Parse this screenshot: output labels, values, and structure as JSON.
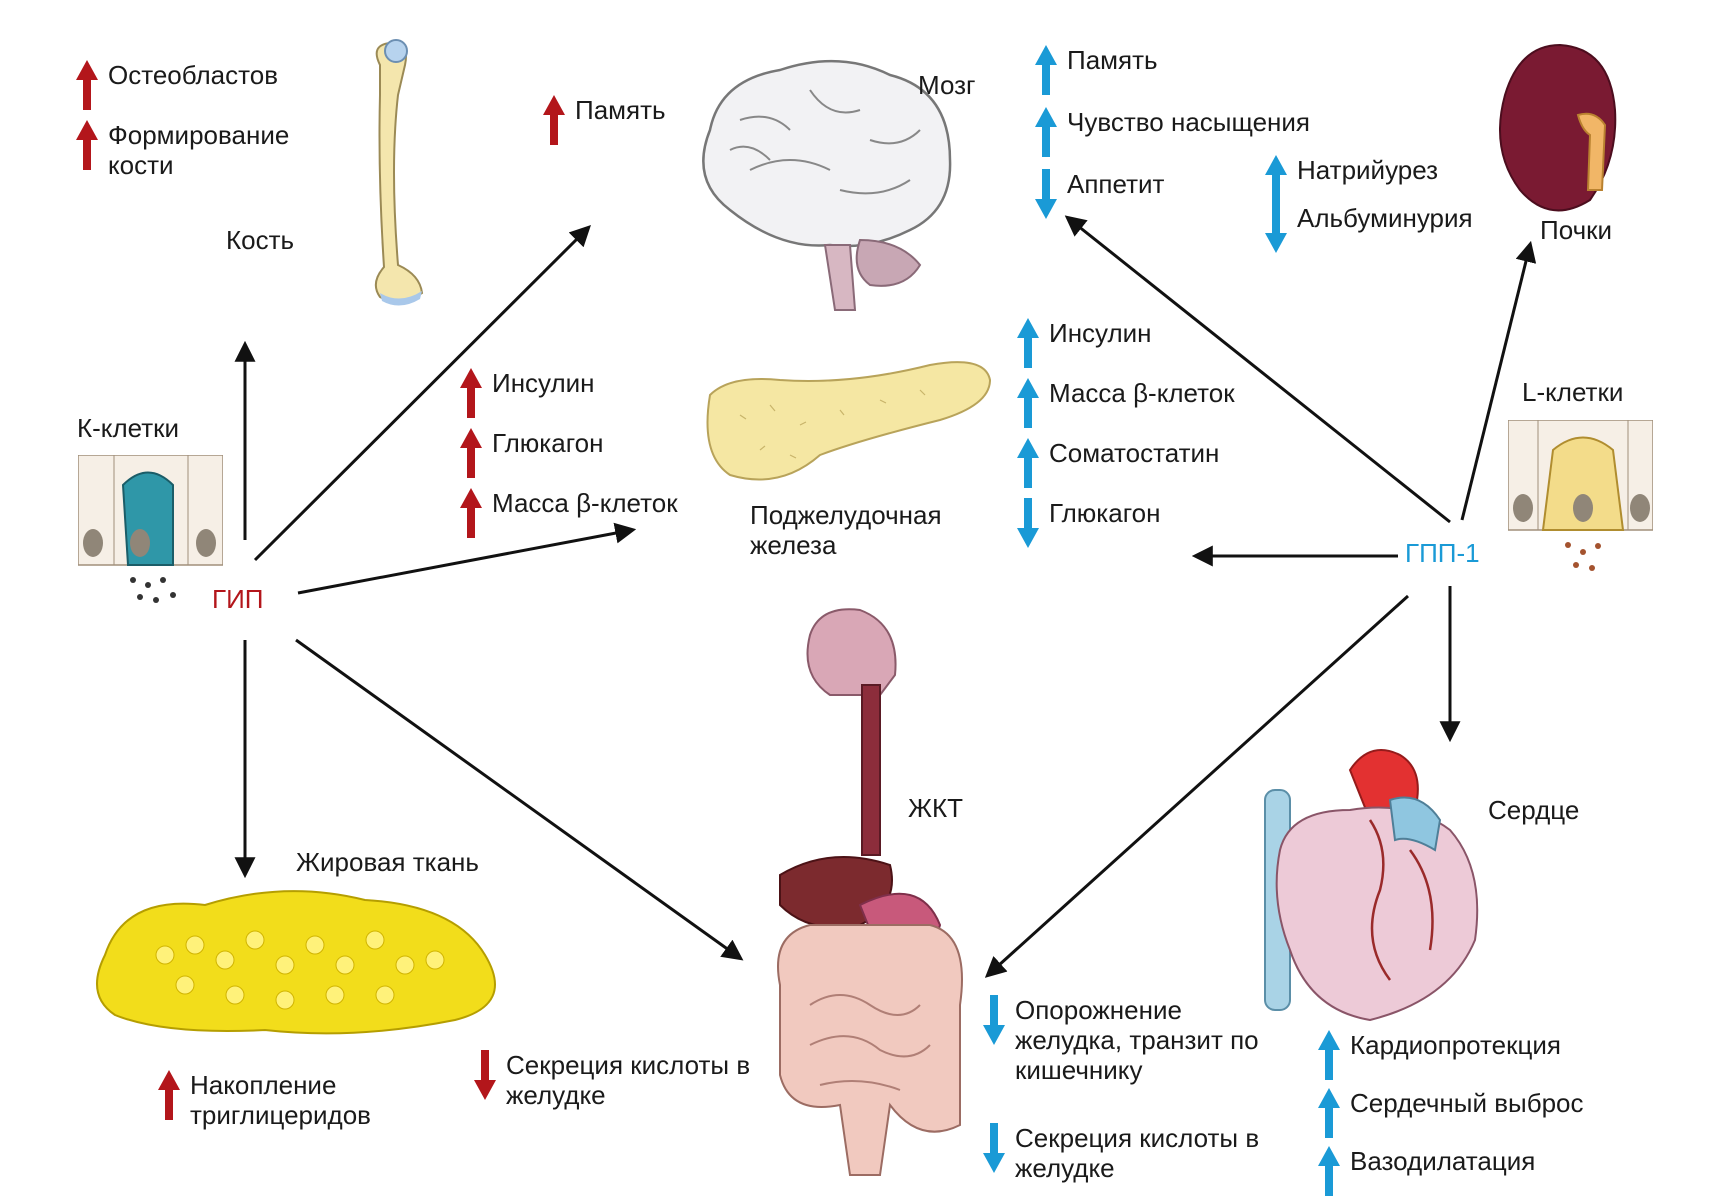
{
  "colors": {
    "gip_red": "#b3161b",
    "glp1_blue": "#1a9ad6",
    "arrow_black": "#111111"
  },
  "hormones": {
    "gip": "ГИП",
    "glp1": "ГПП-1"
  },
  "cells": {
    "k_cells": "К-клетки",
    "l_cells": "L-клетки"
  },
  "organs": {
    "bone": "Кость",
    "brain": "Мозг",
    "kidneys": "Почки",
    "pancreas": "Поджелудочная железа",
    "gi_tract": "ЖКТ",
    "adipose": "Жировая ткань",
    "heart": "Сердце"
  },
  "effects": {
    "bone_gip": [
      {
        "text": "Остеобластов",
        "direction": "up",
        "hormone": "gip"
      },
      {
        "text": "Формирование кости",
        "direction": "up",
        "hormone": "gip"
      }
    ],
    "brain_gip": [
      {
        "text": "Память",
        "direction": "up",
        "hormone": "gip"
      }
    ],
    "brain_glp1": [
      {
        "text": "Память",
        "direction": "up",
        "hormone": "glp1"
      },
      {
        "text": "Чувство насыщения",
        "direction": "up",
        "hormone": "glp1"
      },
      {
        "text": "Аппетит",
        "direction": "down",
        "hormone": "glp1"
      }
    ],
    "kidney_glp1": [
      {
        "text": "Натрийурез",
        "direction": "up",
        "hormone": "glp1"
      },
      {
        "text": "Альбуминурия",
        "direction": "down",
        "hormone": "glp1"
      }
    ],
    "pancreas_gip": [
      {
        "text": "Инсулин",
        "direction": "up",
        "hormone": "gip"
      },
      {
        "text": "Глюкагон",
        "direction": "up",
        "hormone": "gip"
      },
      {
        "text": "Масса β-клеток",
        "direction": "up",
        "hormone": "gip"
      }
    ],
    "pancreas_glp1": [
      {
        "text": "Инсулин",
        "direction": "up",
        "hormone": "glp1"
      },
      {
        "text": "Масса β-клеток",
        "direction": "up",
        "hormone": "glp1"
      },
      {
        "text": "Соматостатин",
        "direction": "up",
        "hormone": "glp1"
      },
      {
        "text": "Глюкагон",
        "direction": "down",
        "hormone": "glp1"
      }
    ],
    "adipose_gip": [
      {
        "text": "Накопление триглицеридов",
        "direction": "up",
        "hormone": "gip"
      }
    ],
    "gi_gip": [
      {
        "text": "Секреция кислоты в желудке",
        "direction": "down",
        "hormone": "gip"
      }
    ],
    "gi_glp1": [
      {
        "text": "Опорожнение желудка, транзит по кишечнику",
        "direction": "down",
        "hormone": "glp1"
      },
      {
        "text": "Секреция кислоты в желудке",
        "direction": "down",
        "hormone": "glp1"
      }
    ],
    "heart_glp1": [
      {
        "text": "Кардиопротекция",
        "direction": "up",
        "hormone": "glp1"
      },
      {
        "text": "Сердечный выброс",
        "direction": "up",
        "hormone": "glp1"
      },
      {
        "text": "Вазодилатация",
        "direction": "up",
        "hormone": "glp1"
      }
    ]
  },
  "connections": [
    {
      "from": "gip",
      "to": "bone"
    },
    {
      "from": "gip",
      "to": "brain"
    },
    {
      "from": "gip",
      "to": "pancreas"
    },
    {
      "from": "gip",
      "to": "adipose"
    },
    {
      "from": "gip",
      "to": "gi_tract"
    },
    {
      "from": "glp1",
      "to": "brain"
    },
    {
      "from": "glp1",
      "to": "kidneys"
    },
    {
      "from": "glp1",
      "to": "pancreas"
    },
    {
      "from": "glp1",
      "to": "gi_tract"
    },
    {
      "from": "glp1",
      "to": "heart"
    }
  ]
}
